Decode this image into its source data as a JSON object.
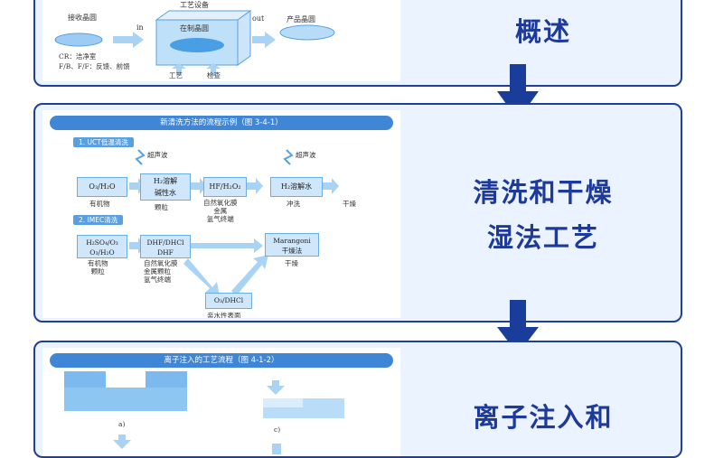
{
  "colors": {
    "accent": "#1d3a9a",
    "card_bg": "#eaf3ff",
    "flow_blue": "#5aa0e0"
  },
  "card1": {
    "caption": "概述",
    "input_label": "接收晶圆",
    "in_label": "in",
    "equipment_label": "工艺设备",
    "wafer_label": "在制晶圆",
    "out_label": "out",
    "output_label": "产品晶圆",
    "cr_line1": "CR：洁净室",
    "cr_line2": "F/B、F/F：反馈、前馈",
    "process_label": "工艺",
    "inspect_label": "检查"
  },
  "card2": {
    "caption_line1": "清洗和干燥",
    "caption_line2": "湿法工艺",
    "banner": "新清洗方法的流程示例（图 3-4-1）",
    "tag1": "1. UCT低温清洗",
    "tag2": "2. IMEC清洗",
    "ultrasonic1": "超声波",
    "ultrasonic2": "超声波",
    "row1": [
      {
        "box": "O₃/H₂O",
        "note": "有机物"
      },
      {
        "box": "H₂溶解\n碱性水",
        "note": "颗粒"
      },
      {
        "box": "HF/H₂O₂",
        "note": "自然氧化膜\n金属\n氢气终端"
      },
      {
        "box": "H₂溶解水",
        "note": "冲洗"
      }
    ],
    "dry_label": "干燥",
    "row2": [
      {
        "box": "H₂SO₄/O₃\nO₃/H₂O",
        "note": "有机物\n颗粒"
      },
      {
        "box": "DHF/DHCl\nDHF",
        "note": "自然氧化膜\n金属颗粒\n氢气终端"
      },
      {
        "box": "Marangoni\n干燥法",
        "note": "干燥"
      },
      {
        "box": "O₃/DHCl",
        "note": "亲水性表面"
      }
    ]
  },
  "card3": {
    "caption": "离子注入和",
    "banner": "离子注入的工艺流程（图 4-1-2）",
    "label_a": "a)",
    "label_c": "c)"
  }
}
